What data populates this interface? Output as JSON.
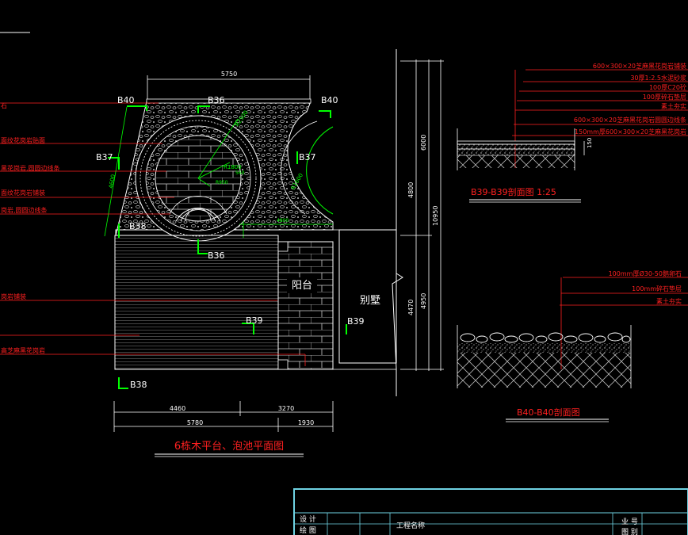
{
  "palette": {
    "bg": "#000000",
    "white": "#ffffff",
    "green": "#00ff00",
    "red": "#ff2020",
    "cyan": "#6fd3e3",
    "yellow": "#ffff00",
    "gray": "#9a9a9a"
  },
  "plan": {
    "title": "6栋木平台、泡池平面图",
    "dims": {
      "top": "5750",
      "bottom_left": "4460",
      "bottom_right": "3270",
      "overall": "5780",
      "overall_right": "1930",
      "right_a": "6000",
      "right_b": "4800",
      "right_c": "4470",
      "right_d": "4950",
      "right_total": "10950",
      "radius_outer": "R2500",
      "radius_inner": "R1800",
      "radius_small": "R950",
      "arc_right": "R1600",
      "small_dim": "560",
      "side_dim": "4800",
      "left_dim": "4600"
    },
    "section_marks": {
      "b40_left": "B40",
      "b40_right": "B40",
      "b36_top": "B36",
      "b36_bottom": "B36",
      "b37_left": "B37",
      "b37_right": "B37",
      "b38_top": "B38",
      "b38_bottom": "B38",
      "b39_left": "B39",
      "b39_right": "B39"
    },
    "labels": {
      "balcony": "阳台",
      "villa": "别墅"
    },
    "leader_notes": [
      "石",
      "面纹花岗岩贴面",
      "黑花岗岩,圆圆边线条",
      "面纹花岗岩铺装",
      "岗岩,圆圆边线条",
      "岗岩铺装",
      "高芝麻黑花岗岩"
    ]
  },
  "section_b39": {
    "title": "B39-B39剖面图 1:25",
    "notes": [
      "600×300×20芝麻黑花岗岩铺装",
      "30厚1:2.5水泥砂浆",
      "100厚C20砼",
      "100厚碎石垫层",
      "素土夯实",
      "600×300×20芝麻黑花岗岩圆圆边线条",
      "150mm厚600×300×20芝麻黑花岗岩"
    ],
    "dim": "150"
  },
  "section_b40": {
    "title": "B40-B40剖面图",
    "notes": [
      "100mm厚Ø30-50鹅卵石",
      "100mm碎石垫层",
      "素土夯实"
    ]
  },
  "title_block": {
    "design": "设 计",
    "draw": "绘 图",
    "project": "工程名称",
    "job": "业 号",
    "sheet": "图 别"
  }
}
